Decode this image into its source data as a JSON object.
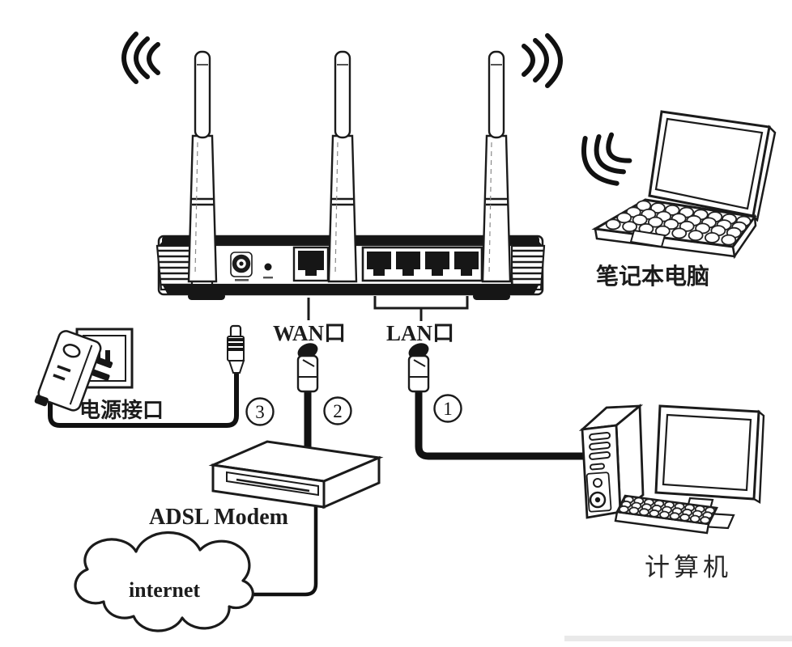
{
  "colors": {
    "background": "#ffffff",
    "line": "#1b1b1b"
  },
  "labels": {
    "laptop": "笔记本电脑",
    "wan_port": "WAN口",
    "lan_port": "LAN口",
    "power_socket": "电源接口",
    "adsl_modem": "ADSL Modem",
    "internet_cloud": "internet",
    "desktop_computer": "计算机"
  },
  "step_numbers": {
    "lan_cable": "1",
    "wan_cable": "2",
    "power_cable": "3"
  }
}
